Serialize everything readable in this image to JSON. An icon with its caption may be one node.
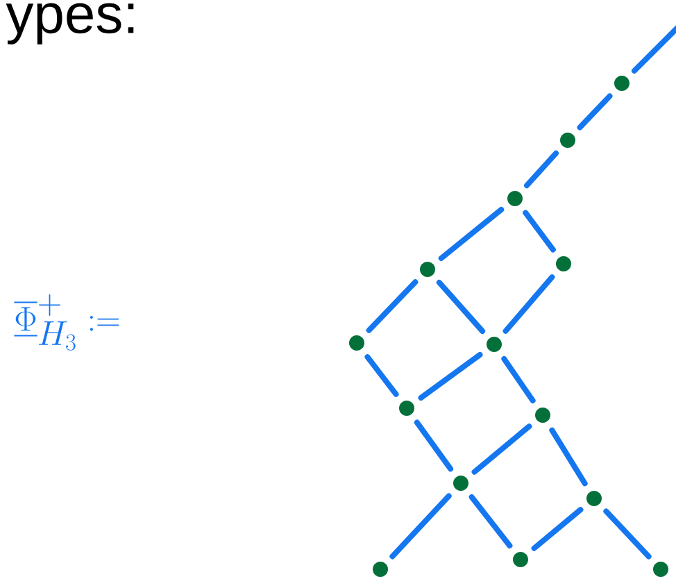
{
  "diagram": {
    "nodes": [
      {
        "text": [],
        "shape": "circle"
      },
      {
        "text": [],
        "shape": "circle"
      },
      {
        "text": [],
        "shape": "circle"
      },
      {
        "text": [],
        "shape": "circle"
      },
      {
        "text": [],
        "shape": "circle"
      },
      {
        "text": [],
        "shape": "circle"
      },
      {
        "text": [],
        "shape": "circle"
      },
      {
        "text": [],
        "shape": "circle"
      },
      {
        "text": [],
        "shape": "circle"
      },
      {
        "text": [],
        "shape": "circle"
      },
      {
        "text": [],
        "shape": "circle"
      },
      {
        "text": [],
        "shape": "circle"
      },
      {
        "text": [],
        "shape": "circle"
      },
      {
        "text": [],
        "shape": "circle"
      }
    ],
    "edges": [
      {
        "from": null,
        "to": 0,
        "arrow": "none"
      },
      {
        "from": 0,
        "to": 1,
        "arrow": "none"
      },
      {
        "from": 1,
        "to": 2,
        "arrow": "none"
      },
      {
        "from": 2,
        "to": 3,
        "arrow": "none"
      },
      {
        "from": 2,
        "to": 4,
        "arrow": "none"
      },
      {
        "from": 3,
        "to": 5,
        "arrow": "none"
      },
      {
        "from": 3,
        "to": 6,
        "arrow": "none"
      },
      {
        "from": 4,
        "to": 6,
        "arrow": "none"
      },
      {
        "from": 5,
        "to": 7,
        "arrow": "none"
      },
      {
        "from": 6,
        "to": 7,
        "arrow": "none"
      },
      {
        "from": 6,
        "to": 8,
        "arrow": "none"
      },
      {
        "from": 7,
        "to": 9,
        "arrow": "none"
      },
      {
        "from": 8,
        "to": 9,
        "arrow": "none"
      },
      {
        "from": 8,
        "to": 10,
        "arrow": "none"
      },
      {
        "from": 9,
        "to": 11,
        "arrow": "none"
      },
      {
        "from": 9,
        "to": 12,
        "arrow": "none"
      },
      {
        "from": 10,
        "to": 12,
        "arrow": "none"
      },
      {
        "from": 10,
        "to": 13,
        "arrow": "none"
      }
    ],
    "labels": [
      "ypes:",
      "\\overline{\\underline{\\Phi}}^{+}_{H_3} :="
    ]
  }
}
